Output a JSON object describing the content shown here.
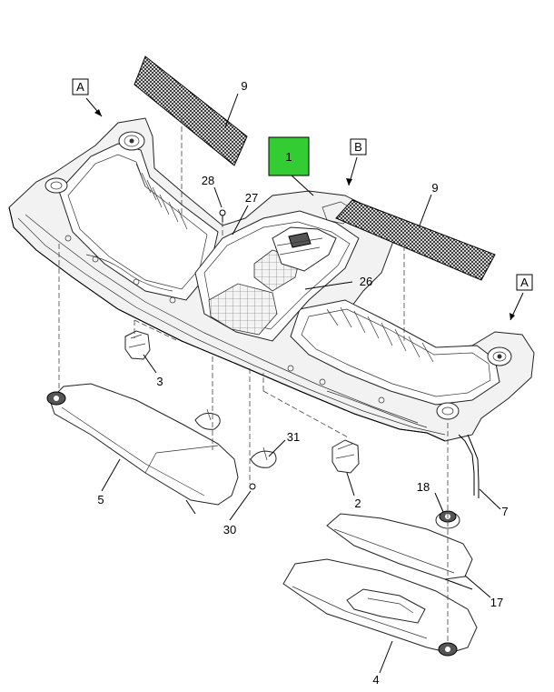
{
  "callouts": {
    "c1": "1",
    "c2": "2",
    "c3": "3",
    "c4": "4",
    "c5": "5",
    "c7": "7",
    "c9a": "9",
    "c9b": "9",
    "c17": "17",
    "c18": "18",
    "c26": "26",
    "c27": "27",
    "c28": "28",
    "c30": "30",
    "c31": "31"
  },
  "views": {
    "a_left": "A",
    "a_right": "A",
    "b": "B"
  },
  "colors": {
    "highlight": "#33cc33",
    "mesh": "#2a2a2a"
  }
}
